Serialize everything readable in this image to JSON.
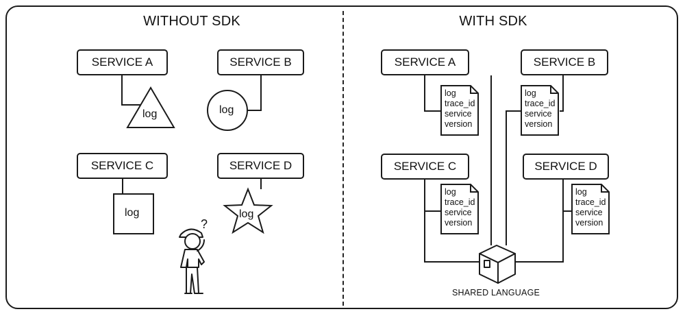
{
  "left": {
    "title": "WITHOUT SDK",
    "services": [
      "SERVICE A",
      "SERVICE B",
      "SERVICE C",
      "SERVICE D"
    ],
    "logs": {
      "triangle": "log",
      "circle": "log",
      "square": "log",
      "star": "log"
    },
    "question_mark": "?"
  },
  "right": {
    "title": "WITH SDK",
    "services": [
      "SERVICE A",
      "SERVICE B",
      "SERVICE C",
      "SERVICE D"
    ],
    "doc_fields": [
      "log",
      "trace_id",
      "service",
      "version"
    ],
    "box_caption": "SHARED LANGUAGE"
  }
}
